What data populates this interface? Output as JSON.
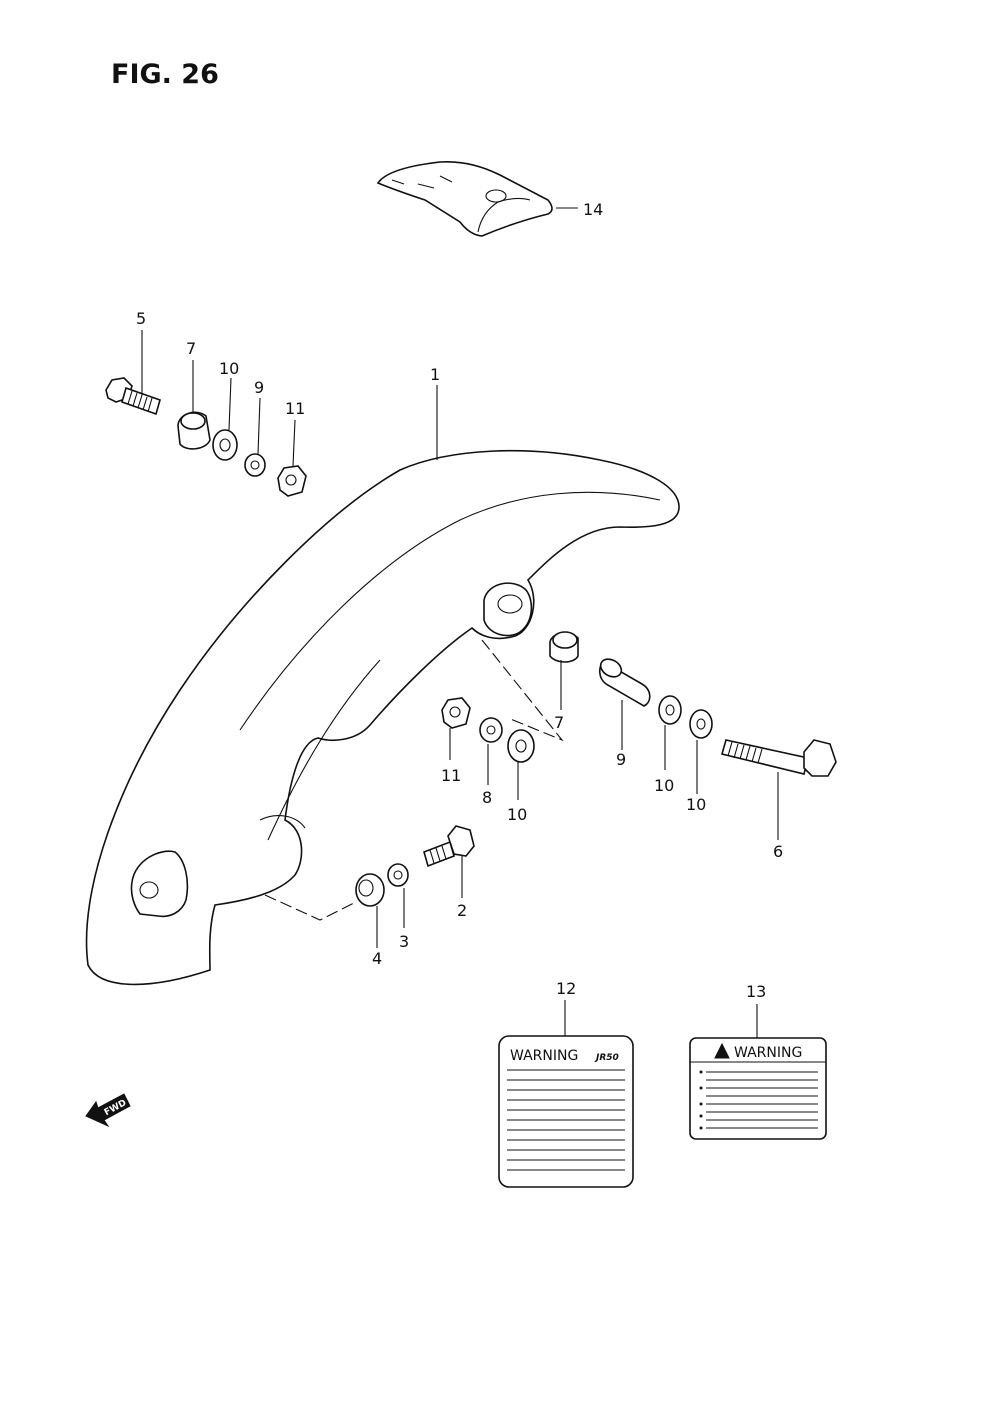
{
  "figure": {
    "title": "FIG. 26"
  },
  "callouts": [
    {
      "id": "c1",
      "text": "1"
    },
    {
      "id": "c2",
      "text": "2"
    },
    {
      "id": "c3",
      "text": "3"
    },
    {
      "id": "c4",
      "text": "4"
    },
    {
      "id": "c5",
      "text": "5"
    },
    {
      "id": "c6",
      "text": "6"
    },
    {
      "id": "c7a",
      "text": "7"
    },
    {
      "id": "c7b",
      "text": "7"
    },
    {
      "id": "c8",
      "text": "8"
    },
    {
      "id": "c9a",
      "text": "9"
    },
    {
      "id": "c9b",
      "text": "9"
    },
    {
      "id": "c10a",
      "text": "10"
    },
    {
      "id": "c10b",
      "text": "10"
    },
    {
      "id": "c10c",
      "text": "10"
    },
    {
      "id": "c10d",
      "text": "10"
    },
    {
      "id": "c11a",
      "text": "11"
    },
    {
      "id": "c11b",
      "text": "11"
    },
    {
      "id": "c12",
      "text": "12"
    },
    {
      "id": "c13",
      "text": "13"
    },
    {
      "id": "c14",
      "text": "14"
    }
  ],
  "labels": {
    "label12": {
      "heading": "WARNING",
      "model": "JR50"
    },
    "label13": {
      "heading": "WARNING"
    }
  },
  "fwd_arrow": {
    "text": "FWD"
  }
}
